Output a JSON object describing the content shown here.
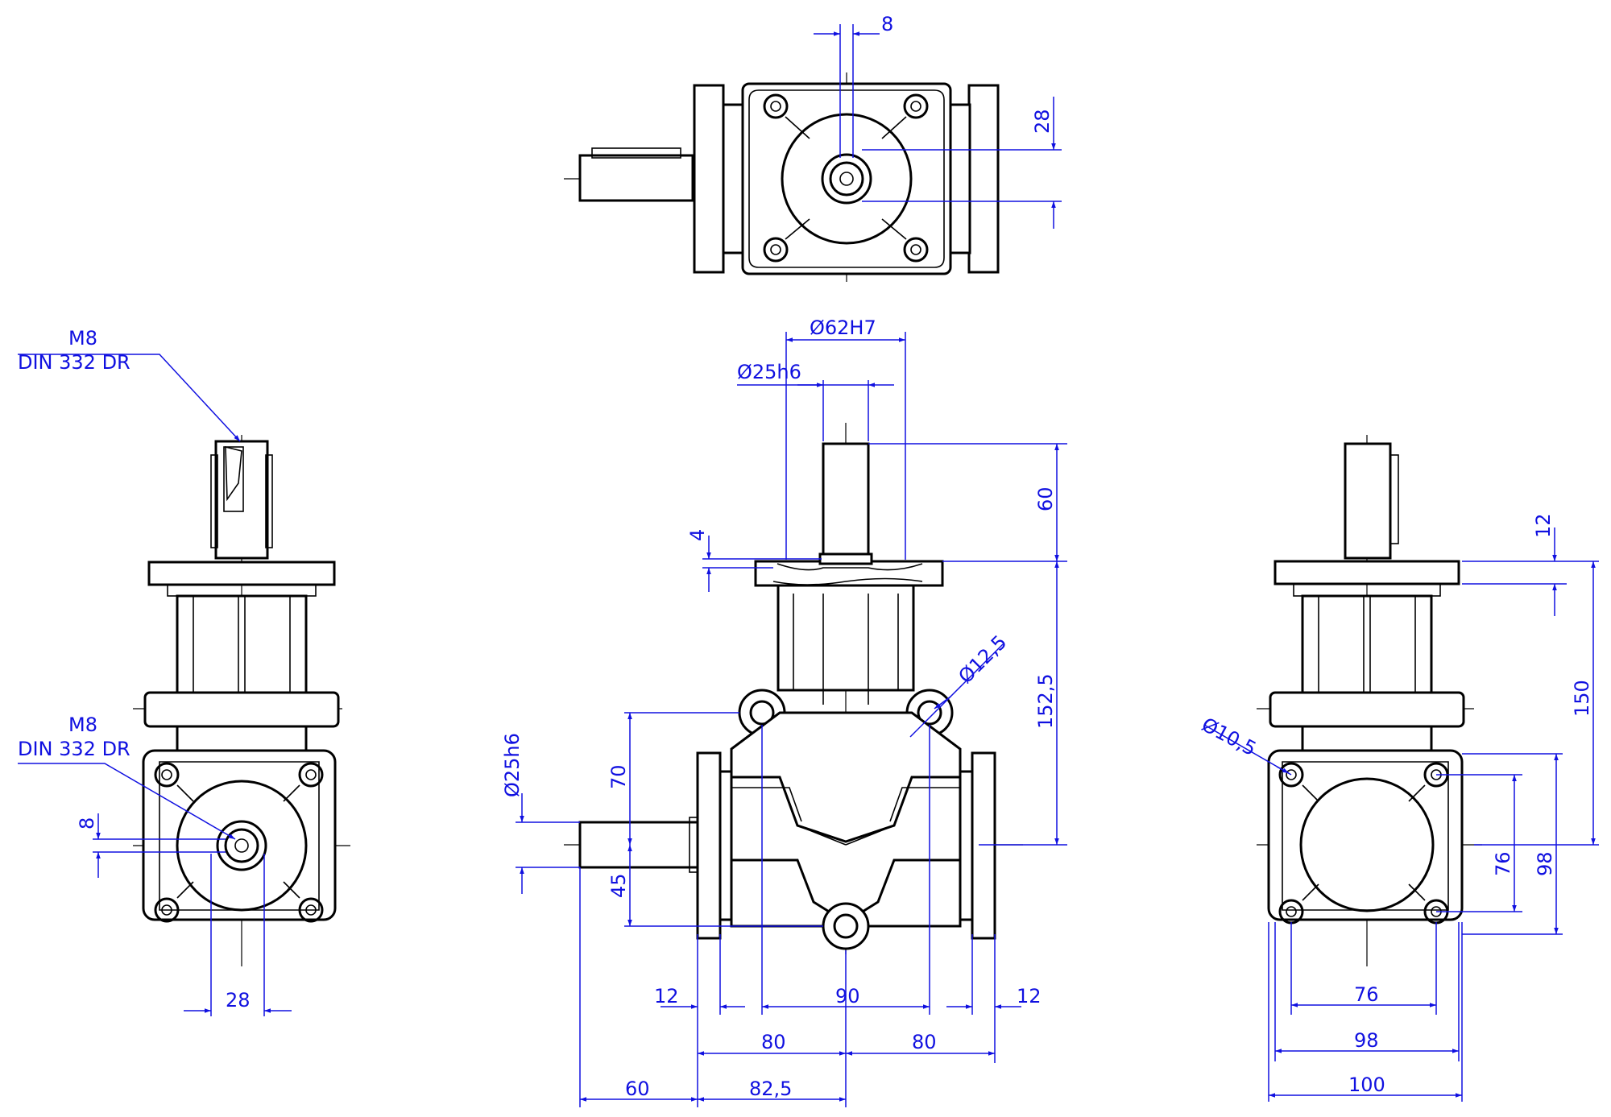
{
  "top_view": {
    "dim_keyway_width": "8",
    "dim_shaft_offset": "28"
  },
  "left_view": {
    "thread_note_top_line1": "M8",
    "thread_note_top_line2": "DIN 332 DR",
    "thread_note_side_line1": "M8",
    "thread_note_side_line2": "DIN 332 DR",
    "dim_keyway_width": "8",
    "dim_width": "28"
  },
  "front_view": {
    "dim_bore": "Ø62H7",
    "dim_shaft_vertical": "Ø25h6",
    "dim_shaft_horizontal": "Ø25h6",
    "dim_shoulder": "4",
    "dim_shaft_length_top": "60",
    "dim_center_height": "152,5",
    "dim_hole": "Ø12,5",
    "dim_upper_hole_height": "70",
    "dim_lower_hole_height": "45",
    "dim_flange_left": "12",
    "dim_hole_spacing": "90",
    "dim_flange_right": "12",
    "dim_half_left": "80",
    "dim_half_right": "80",
    "dim_shaft_length_left": "60",
    "dim_center_left": "82,5"
  },
  "right_view": {
    "dim_hole": "Ø10,5",
    "dim_flange_thickness": "12",
    "dim_height": "150",
    "dim_bolt_circle_v": "76",
    "dim_square_v": "98",
    "dim_bolt_circle_h": "76",
    "dim_square_h": "98",
    "dim_overall_width": "100"
  }
}
